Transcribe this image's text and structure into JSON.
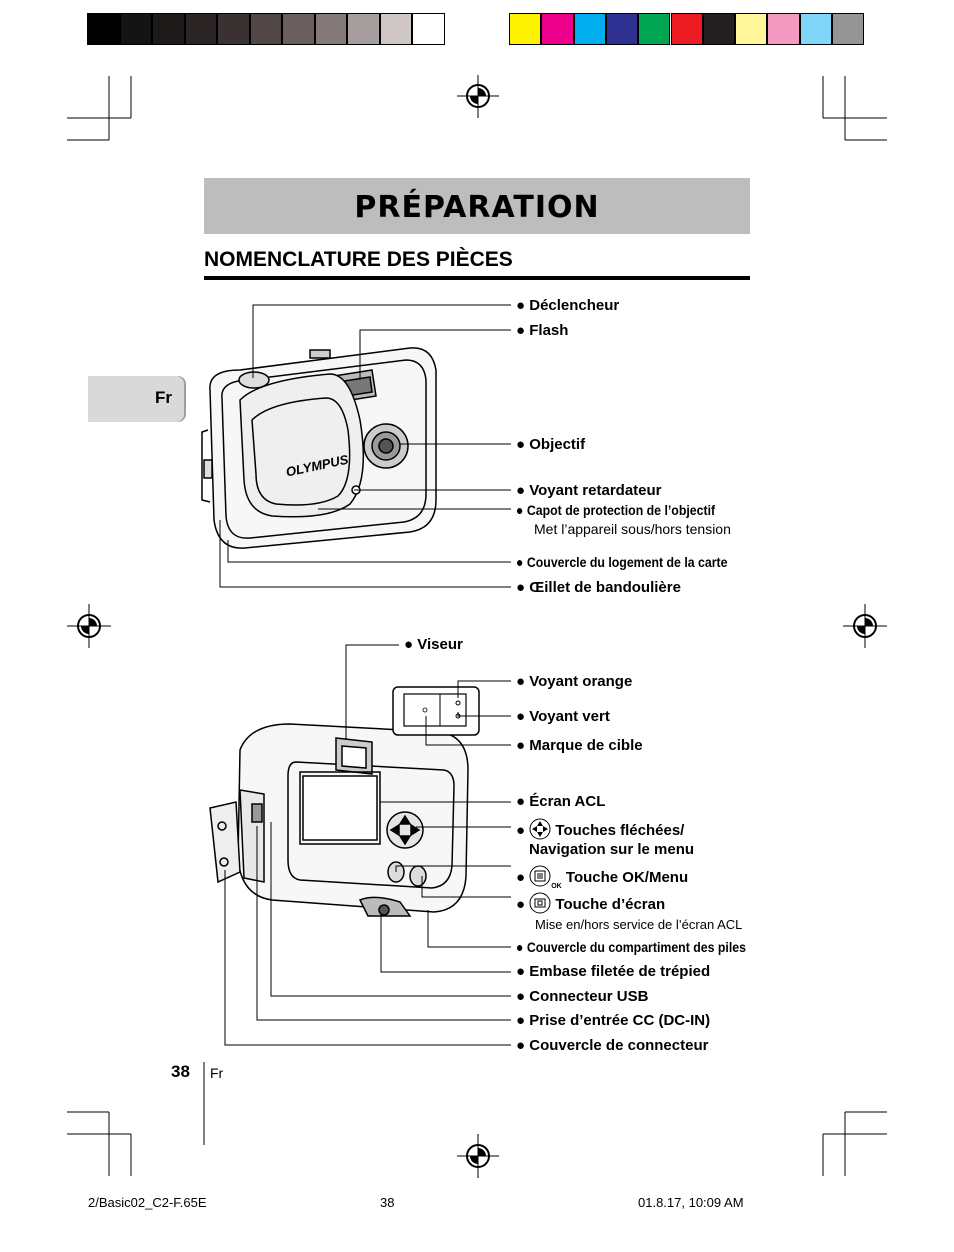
{
  "swatches": {
    "gray": [
      "#000000",
      "#141414",
      "#1e1a1a",
      "#2a2424",
      "#3a3232",
      "#504646",
      "#6a5e5e",
      "#857a7a",
      "#a69e9e",
      "#cfc6c6",
      "#ffffff"
    ],
    "color": [
      "#fff200",
      "#ec008c",
      "#00aeef",
      "#2e3192",
      "#00a651",
      "#ed1c24",
      "#231f20",
      "#fff799",
      "#f49ac1",
      "#7fd6f7",
      "#959595"
    ]
  },
  "page_title": "PRÉPARATION",
  "section_title": "NOMENCLATURE DES PIÈCES",
  "lang_tab": "Fr",
  "camera_brand": "OLYMPUS",
  "bullet": "●",
  "front_labels": {
    "shutter": "Déclencheur",
    "flash": "Flash",
    "lens": "Objectif",
    "self_timer": "Voyant retardateur",
    "lens_barrier": "Capot de protection de l’objectif",
    "lens_barrier_note": "Met l’appareil sous/hors tension",
    "card_cover": "Couvercle du logement de la carte",
    "strap_eyelet": "Œillet de bandoulière"
  },
  "back_labels": {
    "viewfinder": "Viseur",
    "orange_lamp": "Voyant orange",
    "green_lamp": "Voyant vert",
    "target_mark": "Marque de cible",
    "lcd": "Écran ACL",
    "arrow_keys_1": "Touches fléchées/",
    "arrow_keys_2": "Navigation sur le menu",
    "ok_menu": "Touche OK/Menu",
    "ok_small": "OK",
    "monitor_button": "Touche d’écran",
    "monitor_note": "Mise en/hors service de l’écran ACL",
    "battery_cover": "Couvercle du compartiment des piles",
    "tripod": "Embase filetée de trépied",
    "usb": "Connecteur USB",
    "dc_in": "Prise d’entrée CC (DC-IN)",
    "connector_cover": "Couvercle de connecteur"
  },
  "page_number": "38",
  "page_lang": "Fr",
  "footer": {
    "left": "2/Basic02_C2-F.65E",
    "center": "38",
    "right": "01.8.17, 10:09 AM"
  }
}
